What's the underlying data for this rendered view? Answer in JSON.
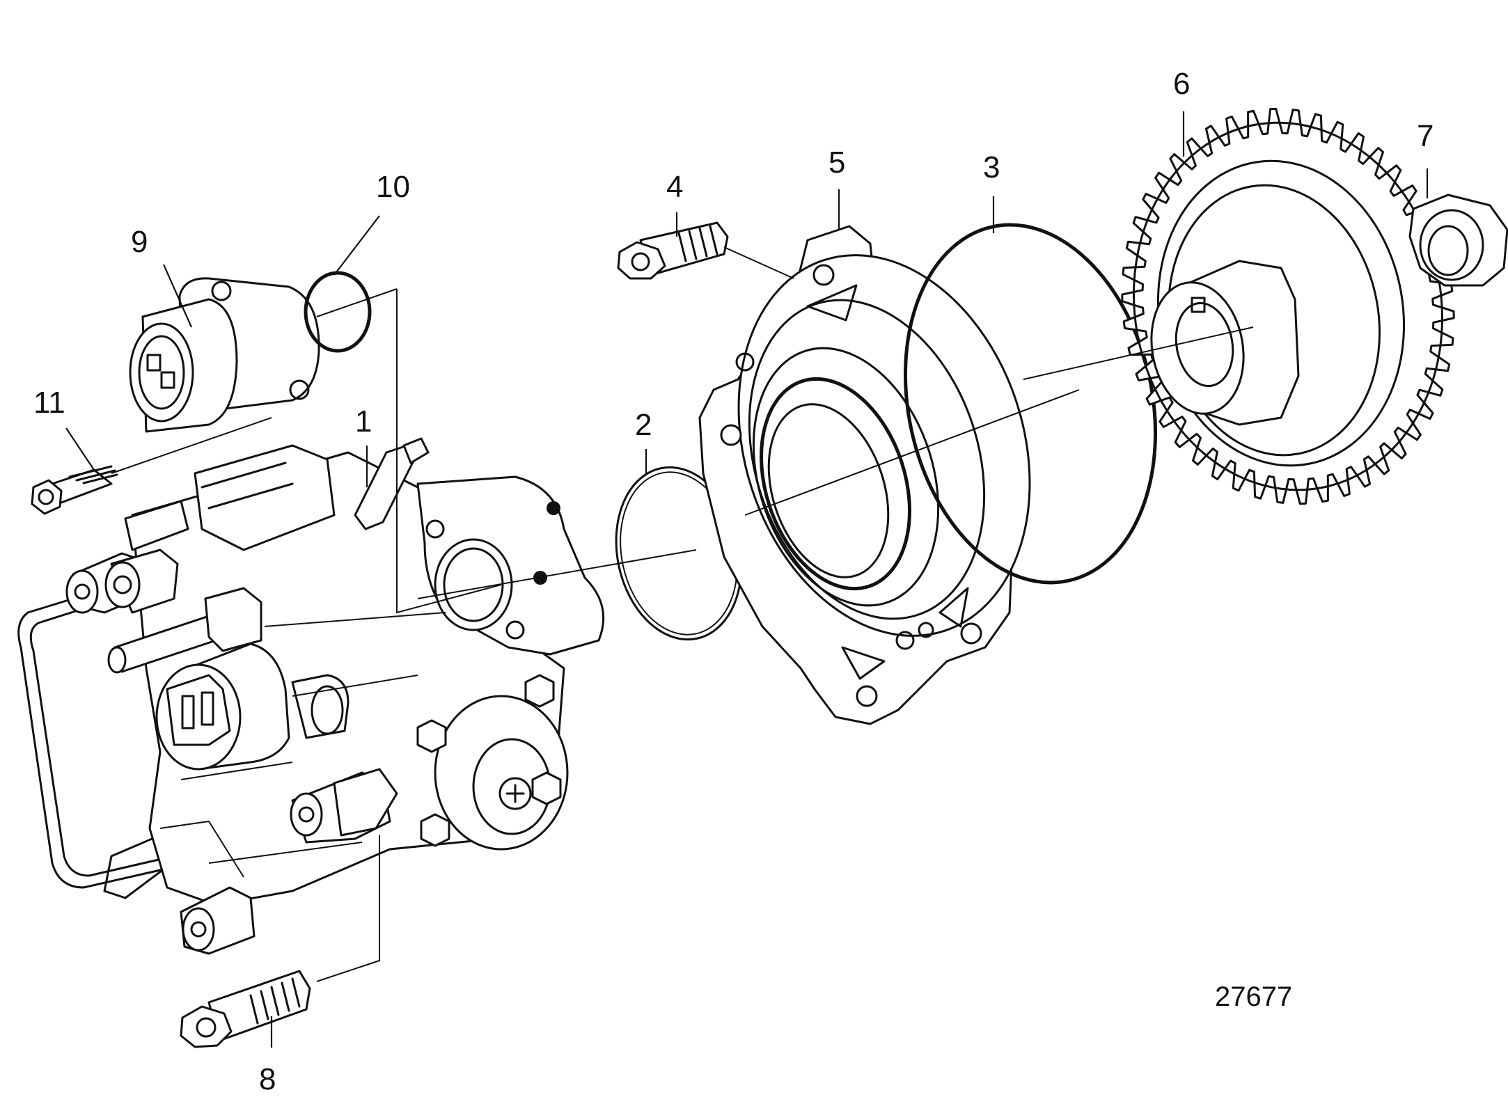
{
  "figure_number": "27677",
  "callouts": [
    {
      "id": "1",
      "text": "1"
    },
    {
      "id": "2",
      "text": "2"
    },
    {
      "id": "3",
      "text": "3"
    },
    {
      "id": "4",
      "text": "4"
    },
    {
      "id": "5",
      "text": "5"
    },
    {
      "id": "6",
      "text": "6"
    },
    {
      "id": "7",
      "text": "7"
    },
    {
      "id": "8",
      "text": "8"
    },
    {
      "id": "9",
      "text": "9"
    },
    {
      "id": "10",
      "text": "10"
    },
    {
      "id": "11",
      "text": "11"
    }
  ]
}
